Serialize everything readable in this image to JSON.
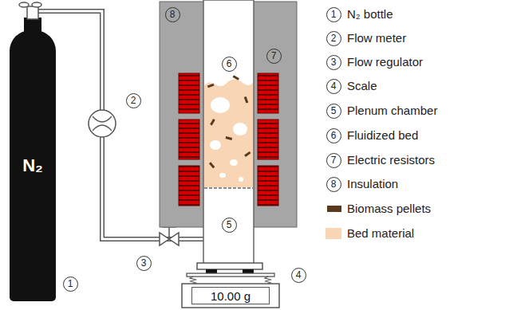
{
  "diagram": {
    "nodes": [
      {
        "text": [
          "N₂"
        ]
      },
      {
        "text": [
          "10.00 g"
        ]
      }
    ],
    "labels": [
      "1",
      "2",
      "3",
      "4",
      "5",
      "6",
      "7",
      "8",
      "1",
      "2",
      "3",
      "4",
      "5",
      "6",
      "7",
      "8"
    ],
    "legend": [
      {
        "text": "N₂ bottle"
      },
      {
        "text": "Flow meter"
      },
      {
        "text": "Flow regulator"
      },
      {
        "text": "Scale"
      },
      {
        "text": "Plenum chamber"
      },
      {
        "text": "Fluidized bed"
      },
      {
        "text": "Electric resistors"
      },
      {
        "text": "Insulation"
      },
      {
        "text": "Biomass pellets",
        "color": "#5a3a1e"
      },
      {
        "text": "Bed material",
        "color": "#f8d5b5"
      }
    ]
  }
}
